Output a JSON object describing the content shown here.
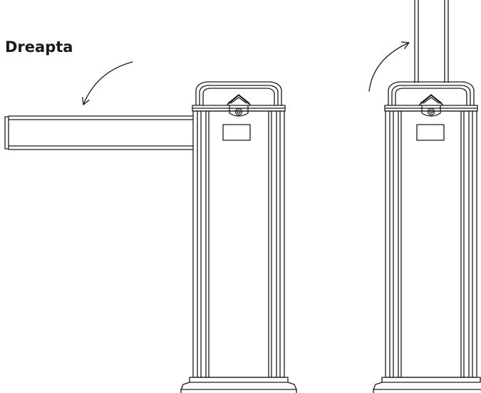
{
  "diagram": {
    "title": "Dreapta",
    "line_color": "#1a1a1a",
    "background_color": "#ffffff",
    "views": [
      {
        "name": "barrier-closed",
        "arm_state": "horizontal",
        "arrow": "down"
      },
      {
        "name": "barrier-open",
        "arm_state": "vertical",
        "arrow": "up"
      }
    ]
  }
}
